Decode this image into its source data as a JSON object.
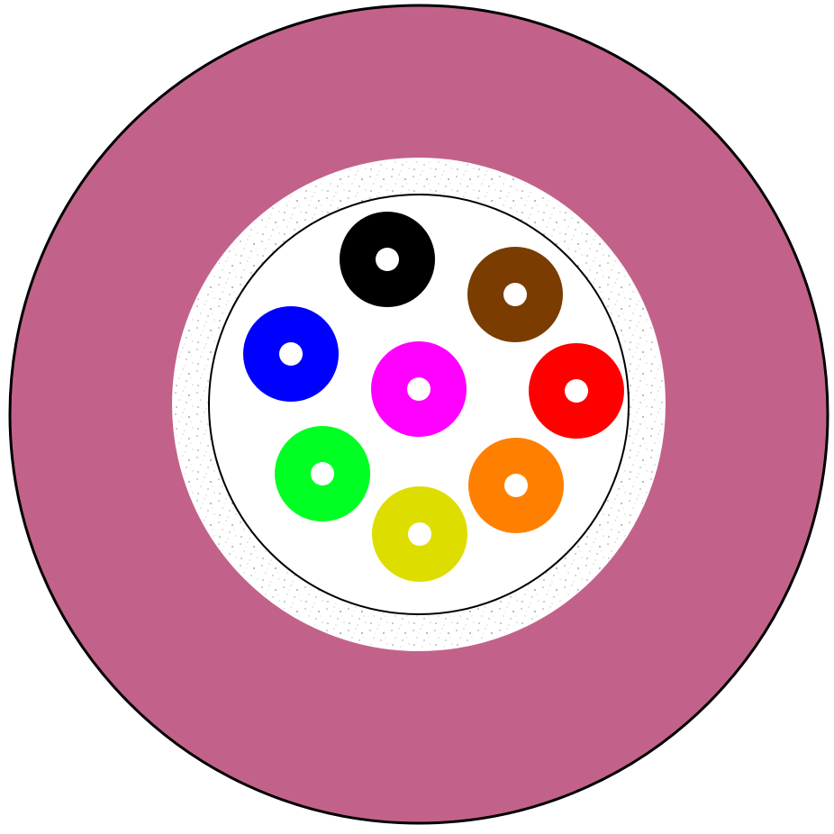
{
  "diagram": {
    "type": "fiber-optic-cable-cross-section",
    "outer_jacket_color": "#c2628b",
    "outline_color": "#000000",
    "strength_layer_color": "#ffffff",
    "strength_layer_speckle_color": "#9a9a9a",
    "inner_tube_color": "#ffffff",
    "fiber_core_color": "#ffffff",
    "fibers": [
      {
        "color_name": "blue",
        "color": "#0000ff"
      },
      {
        "color_name": "orange",
        "color": "#ff8000"
      },
      {
        "color_name": "green",
        "color": "#00ff22"
      },
      {
        "color_name": "brown",
        "color": "#7a3c00"
      },
      {
        "color_name": "yellow",
        "color": "#dddd00"
      },
      {
        "color_name": "black",
        "color": "#000000"
      },
      {
        "color_name": "red",
        "color": "#ff0000"
      },
      {
        "color_name": "magenta",
        "color": "#ff00ff"
      }
    ]
  }
}
